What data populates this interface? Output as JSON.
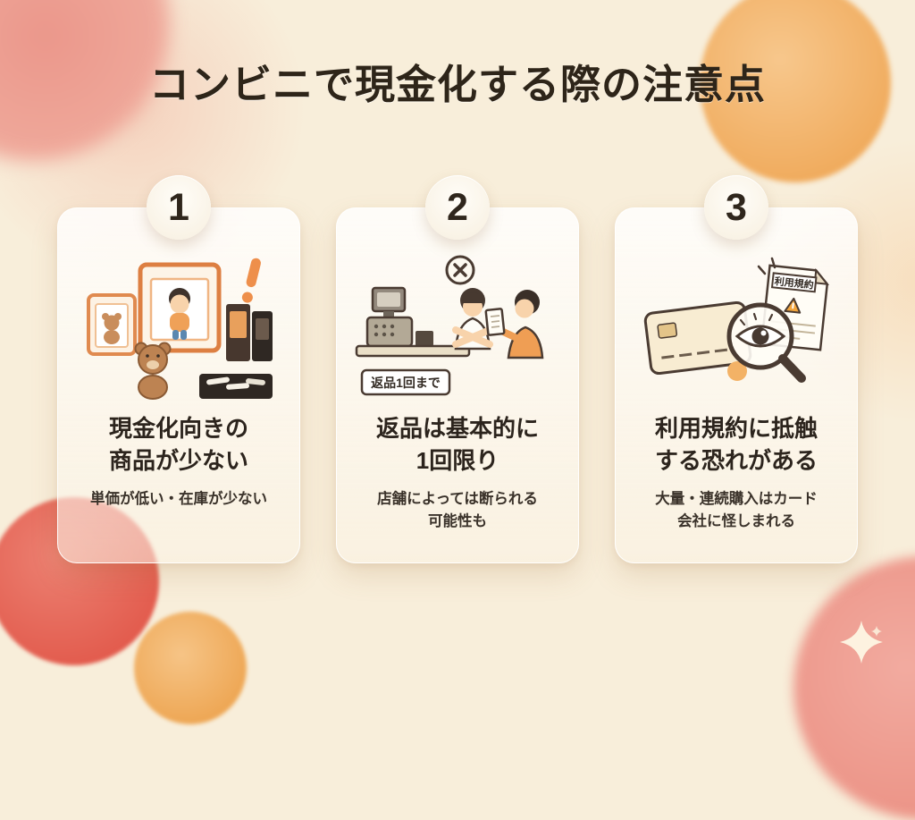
{
  "title": "コンビニで現金化する際の注意点",
  "cards": [
    {
      "number": "1",
      "heading": "現金化向きの\n商品が少ない",
      "subtext": "単価が低い・在庫が少ない"
    },
    {
      "number": "2",
      "heading": "返品は基本的に\n1回限り",
      "subtext": "店舗によっては断られる\n可能性も",
      "sign_label": "返品1回まで"
    },
    {
      "number": "3",
      "heading": "利用規約に抵触\nする恐れがある",
      "subtext": "大量・連続購入はカード\n会社に怪しまれる",
      "doc_label": "利用規約"
    }
  ],
  "colors": {
    "background": "#f8eeda",
    "accent_orange": "#f0ab5d",
    "accent_red": "#e25a4c",
    "accent_pink": "#ec9487",
    "text": "#2c241d"
  }
}
